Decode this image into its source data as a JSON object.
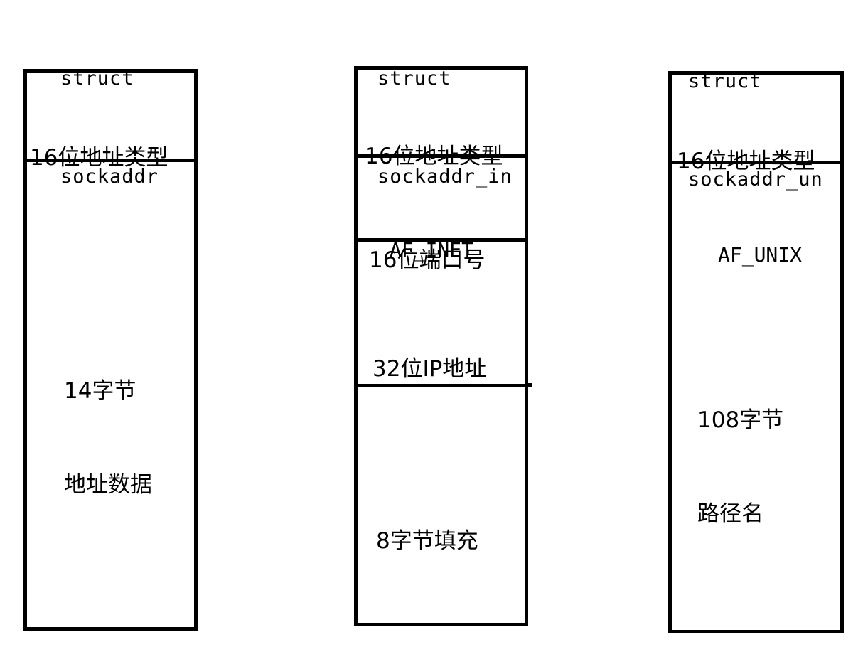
{
  "diagram": {
    "structs": [
      {
        "name_line1": "struct",
        "name_line2": "sockaddr",
        "fields": [
          {
            "line1": "16位地址类型"
          },
          {
            "line1": "14字节",
            "line2": "地址数据"
          }
        ]
      },
      {
        "name_line1": "struct",
        "name_line2": "sockaddr_in",
        "fields": [
          {
            "line1": "16位地址类型",
            "line2": "AF_INET"
          },
          {
            "line1": "16位端口号"
          },
          {
            "line1": "32位IP地址"
          },
          {
            "line1": "8字节填充"
          }
        ]
      },
      {
        "name_line1": "struct",
        "name_line2": "sockaddr_un",
        "fields": [
          {
            "line1": "16位地址类型",
            "line2": "AF_UNIX"
          },
          {
            "line1": "108字节",
            "line2": "路径名"
          }
        ]
      }
    ]
  },
  "colors": {
    "stroke": "#000000",
    "background": "#ffffff",
    "text": "#000000"
  }
}
